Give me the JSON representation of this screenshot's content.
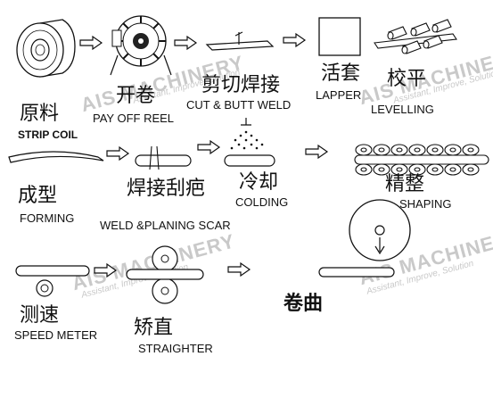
{
  "watermark": {
    "brand": "AIS MACHINERY",
    "slogan": "Assistant, Improve, Solution"
  },
  "steps": {
    "strip_coil": {
      "cn": "原料",
      "en": "STRIP COIL"
    },
    "pay_off_reel": {
      "cn": "开卷",
      "en": "PAY OFF REEL"
    },
    "cut_butt_weld": {
      "cn": "剪切焊接",
      "en": "CUT & BUTT WELD"
    },
    "lapper": {
      "cn": "活套",
      "en": "LAPPER"
    },
    "levelling": {
      "cn": "校平",
      "en": "LEVELLING"
    },
    "forming": {
      "cn": "成型",
      "en": "FORMING"
    },
    "weld_scar": {
      "cn": "焊接刮疤",
      "en": "WELD &PLANING SCAR"
    },
    "colding": {
      "cn": "冷却",
      "en": "COLDING"
    },
    "shaping": {
      "cn": "精整",
      "en": "SHAPING"
    },
    "speed_meter": {
      "cn": "测速",
      "en": "SPEED METER"
    },
    "straighter": {
      "cn": "矫直",
      "en": "STRAIGHTER"
    },
    "coiling": {
      "cn": "卷曲"
    }
  },
  "icons": {
    "strip_coil": "coil-icon",
    "pay_off_reel": "reel-icon",
    "cut_butt_weld": "strip-weld-icon",
    "lapper": "lapper-box-icon",
    "levelling": "roller-rolls-icon",
    "forming": "formed-strip-icon",
    "weld_scar": "pipe-weld-icon",
    "colding": "spray-cooling-icon",
    "shaping": "shaping-rolls-icon",
    "speed_meter": "speed-meter-icon",
    "straighter": "straightener-rolls-icon",
    "coiling": "coiler-icon",
    "arrow": "right-arrow-icon"
  }
}
